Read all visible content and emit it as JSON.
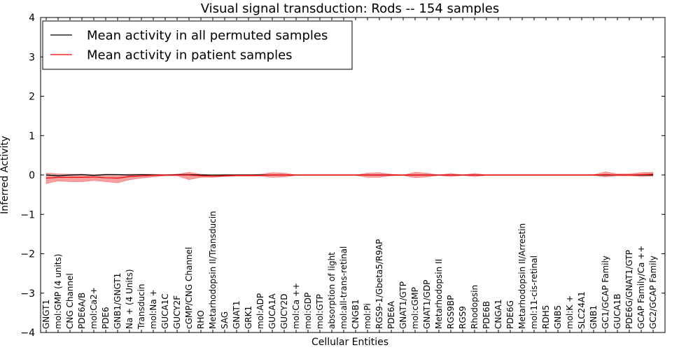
{
  "chart_data": {
    "type": "line",
    "title": "Visual signal transduction: Rods -- 154 samples",
    "xlabel": "Cellular Entities",
    "ylabel": "Inferred Activity",
    "ylim": [
      -4,
      4
    ],
    "yticks": [
      -4,
      -3,
      -2,
      -1,
      0,
      1,
      2,
      3,
      4
    ],
    "legend_position": "top-left",
    "grid": false,
    "categories": [
      "GNGT1",
      "mol:GMP (4 units)",
      "CNG Channel",
      "PDE6A/B",
      "mol:Ca2+",
      "PDE6",
      "GNB1/GNGT1",
      "Na + (4 Units)",
      "Transducin",
      "mol:Na +",
      "GUCA1C",
      "GUCY2F",
      "cGMP/CNG Channel",
      "RHO",
      "Metarhodopsin II/Transducin",
      "SAG",
      "GNAT1",
      "GRK1",
      "mol:ADP",
      "GUCA1A",
      "GUCY2D",
      "mol:Ca ++",
      "mol:GDP",
      "mol:GTP",
      "absorption of light",
      "mol:all-trans-retinal",
      "CNGB1",
      "mol:Pi",
      "RGS9-1/Gbeta5/R9AP",
      "PDE6A",
      "GNAT1/GTP",
      "mol:cGMP",
      "GNAT1/GDP",
      "Metarhodopsin II",
      "RGS9BP",
      "RGS9",
      "Rhodopsin",
      "PDE6B",
      "CNGA1",
      "PDE6G",
      "Metarhodopsin II/Arrestin",
      "mol:11-cis-retinal",
      "RDH5",
      "GNB5",
      "mol:K +",
      "SLC24A1",
      "GNB1",
      "GC1/GCAP Family",
      "GUCA1B",
      "PDE6G/GNAT1/GTP",
      "GCAP Family/Ca ++",
      "GC2/GCAP Family"
    ],
    "series": [
      {
        "name": "Mean activity in all permuted samples",
        "color": "#000000",
        "values": [
          0.0,
          -0.02,
          0.0,
          0.01,
          -0.01,
          0.01,
          0.01,
          0.0,
          0.01,
          0.0,
          0.0,
          0.01,
          0.01,
          0.0,
          0.0,
          0.0,
          0.0,
          0.0,
          0.0,
          0.0,
          0.0,
          0.0,
          0.0,
          0.0,
          0.0,
          0.0,
          0.0,
          0.0,
          0.0,
          0.0,
          0.0,
          0.0,
          0.0,
          0.0,
          0.0,
          0.0,
          0.0,
          0.0,
          0.0,
          0.0,
          0.0,
          0.0,
          0.0,
          0.0,
          0.0,
          0.0,
          0.0,
          0.0,
          0.0,
          0.0,
          0.0,
          0.0
        ],
        "band_upper": [
          0.02,
          0.01,
          0.02,
          0.03,
          0.02,
          0.03,
          0.03,
          0.02,
          0.02,
          0.02,
          0.01,
          0.02,
          0.02,
          0.01,
          0.01,
          0.01,
          0.01,
          0.01,
          0.01,
          0.01,
          0.01,
          0.01,
          0.01,
          0.01,
          0.01,
          0.01,
          0.01,
          0.01,
          0.01,
          0.01,
          0.01,
          0.01,
          0.01,
          0.01,
          0.01,
          0.01,
          0.01,
          0.01,
          0.01,
          0.01,
          0.01,
          0.01,
          0.01,
          0.01,
          0.01,
          0.01,
          0.01,
          0.01,
          0.01,
          0.01,
          0.01,
          0.01
        ],
        "band_lower": [
          -0.02,
          -0.05,
          -0.03,
          -0.02,
          -0.04,
          -0.02,
          -0.02,
          -0.02,
          -0.01,
          -0.02,
          -0.01,
          -0.01,
          -0.01,
          -0.01,
          -0.01,
          -0.01,
          -0.01,
          -0.01,
          -0.01,
          -0.01,
          -0.01,
          -0.01,
          -0.01,
          -0.01,
          -0.01,
          -0.01,
          -0.01,
          -0.01,
          -0.01,
          -0.01,
          -0.01,
          -0.01,
          -0.01,
          -0.01,
          -0.01,
          -0.01,
          -0.01,
          -0.01,
          -0.01,
          -0.01,
          -0.01,
          -0.01,
          -0.01,
          -0.01,
          -0.01,
          -0.01,
          -0.01,
          -0.01,
          -0.01,
          -0.01,
          -0.01,
          -0.01
        ]
      },
      {
        "name": "Mean activity in patient samples",
        "color": "#ff0000",
        "fill_color": "#f08080",
        "values": [
          -0.08,
          -0.06,
          -0.06,
          -0.06,
          -0.05,
          -0.07,
          -0.08,
          -0.04,
          -0.02,
          -0.01,
          0.0,
          0.0,
          0.0,
          -0.02,
          -0.03,
          -0.02,
          -0.01,
          -0.01,
          -0.01,
          0.0,
          0.0,
          0.0,
          0.0,
          0.0,
          0.0,
          0.0,
          0.0,
          0.0,
          0.0,
          0.0,
          0.0,
          0.0,
          0.0,
          0.0,
          0.0,
          0.0,
          0.0,
          0.0,
          0.0,
          0.0,
          0.0,
          0.0,
          0.0,
          0.0,
          0.0,
          0.0,
          0.0,
          0.01,
          0.0,
          0.0,
          0.01,
          0.02
        ],
        "band_upper": [
          0.05,
          0.03,
          0.02,
          0.02,
          0.01,
          0.02,
          0.01,
          0.02,
          0.02,
          0.02,
          0.01,
          0.02,
          0.07,
          0.02,
          0.0,
          0.01,
          0.01,
          0.01,
          0.02,
          0.06,
          0.05,
          0.0,
          0.0,
          0.0,
          0.0,
          0.0,
          0.0,
          0.05,
          0.06,
          0.02,
          0.0,
          0.07,
          0.05,
          0.0,
          0.04,
          0.0,
          0.04,
          0.0,
          0.0,
          0.0,
          0.0,
          0.0,
          0.0,
          0.0,
          0.0,
          0.0,
          0.01,
          0.08,
          0.03,
          0.03,
          0.06,
          0.07
        ],
        "band_lower": [
          -0.22,
          -0.15,
          -0.17,
          -0.17,
          -0.14,
          -0.17,
          -0.2,
          -0.12,
          -0.08,
          -0.05,
          -0.02,
          -0.02,
          -0.12,
          -0.06,
          -0.06,
          -0.04,
          -0.03,
          -0.03,
          -0.03,
          -0.06,
          -0.05,
          -0.01,
          -0.01,
          -0.01,
          -0.01,
          -0.01,
          -0.01,
          -0.06,
          -0.06,
          -0.02,
          -0.01,
          -0.07,
          -0.05,
          -0.01,
          -0.04,
          -0.01,
          -0.04,
          -0.01,
          -0.01,
          -0.01,
          -0.01,
          -0.01,
          -0.01,
          -0.01,
          -0.01,
          -0.01,
          -0.01,
          -0.05,
          -0.02,
          -0.02,
          -0.04,
          -0.03
        ]
      }
    ]
  }
}
